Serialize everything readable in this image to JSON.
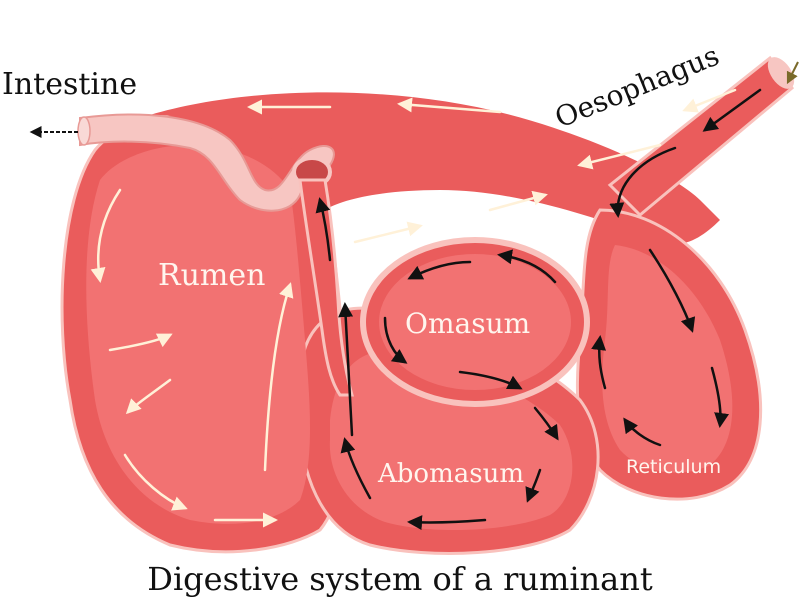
{
  "diagram": {
    "caption": "Digestive system of a ruminant",
    "labels": {
      "intestine": "Intestine",
      "oesophagus": "Oesophagus",
      "rumen": "Rumen",
      "omasum": "Omasum",
      "abomasum": "Abomasum",
      "reticulum": "Reticulum"
    },
    "colors": {
      "stomach_outer": "#ea5c5c",
      "stomach_inner": "#f27272",
      "outline_light": "#f9c2bd",
      "intestine_tube": "#f7c6c2",
      "food_arrow": "#fff1d8",
      "cud_arrow": "#111111"
    }
  }
}
